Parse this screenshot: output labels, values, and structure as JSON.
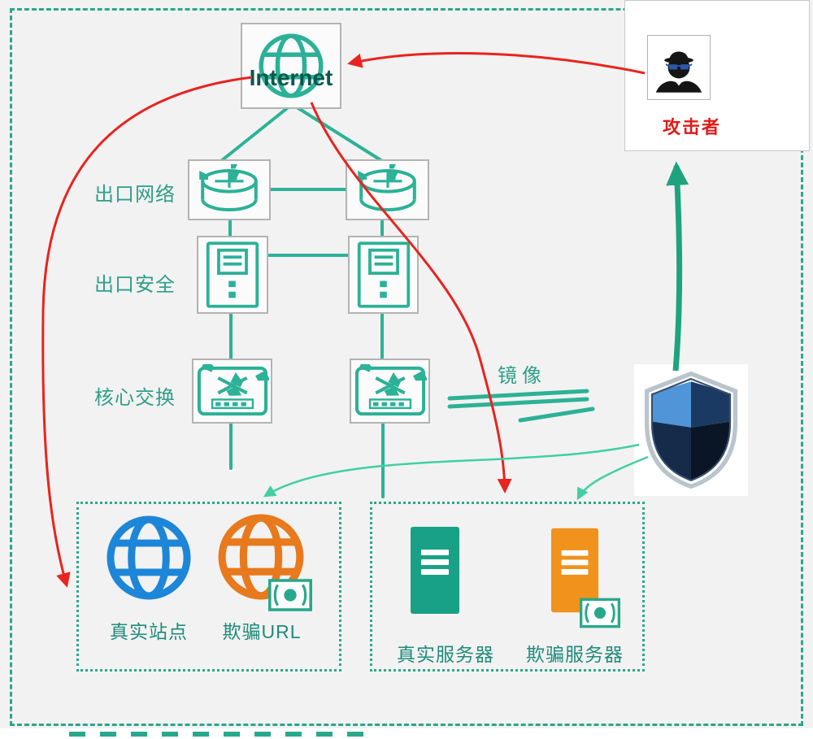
{
  "nodes": {
    "internet": {
      "label": "Internet"
    },
    "attacker": {
      "label": "攻击者"
    },
    "exit_network": {
      "label": "出口网络"
    },
    "exit_security": {
      "label": "出口安全"
    },
    "core_switch": {
      "label": "核心交换"
    },
    "mirror": {
      "label": "镜像"
    },
    "real_site": {
      "label": "真实站点"
    },
    "deception_url": {
      "label": "欺骗URL"
    },
    "real_server": {
      "label": "真实服务器"
    },
    "deception_server": {
      "label": "欺骗服务器"
    }
  },
  "icons": {
    "internet": "globe-icon",
    "attacker": "spy-icon",
    "exit_network": "router-icon",
    "exit_security": "firewall-icon",
    "core_switch": "switch-icon",
    "security_platform": "shield-icon",
    "real_site": "globe-icon-blue",
    "deception_url": "globe-icon-orange",
    "real_server": "server-icon-teal",
    "deception_server": "server-icon-orange",
    "honeypot_marker": "money-icon"
  },
  "colors": {
    "background": "#f2f2f2",
    "frame_teal": "#29a88b",
    "link_teal": "#2cb296",
    "arrow_teal": "#1fa37e",
    "label_teal": "#2f9e8a",
    "internet_text": "#0a584e",
    "attacker_red": "#e01b17",
    "attack_line_red": "#e9231e",
    "deception_line_green": "#41cfa4",
    "real_site_blue": "#1d86d8",
    "deception_orange": "#e8791c",
    "real_server_teal": "#18a186",
    "deception_server_orange": "#f0921c"
  }
}
